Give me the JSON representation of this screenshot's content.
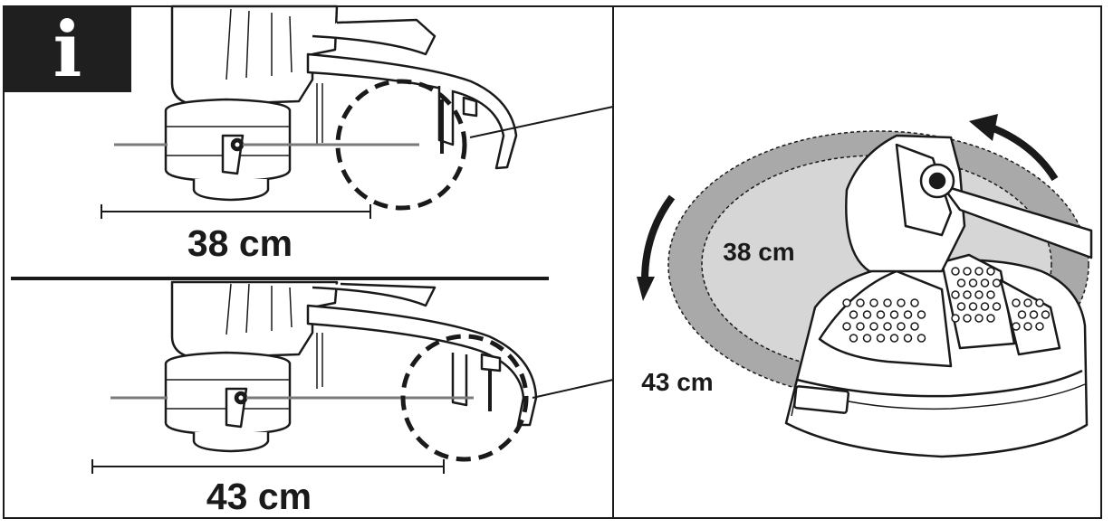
{
  "info_badge": {
    "glyph": "i",
    "icon": "info-icon"
  },
  "top_panel": {
    "measurement_label": "38 cm"
  },
  "bottom_panel": {
    "measurement_label": "43 cm"
  },
  "overview_panel": {
    "inner_diameter_label": "38 cm",
    "outer_diameter_label": "43 cm"
  },
  "colors": {
    "line": "#1a1a1a",
    "outer_area": "#a9a9a9",
    "inner_area": "#d6d6d6",
    "badge": "#1f1f1f"
  }
}
